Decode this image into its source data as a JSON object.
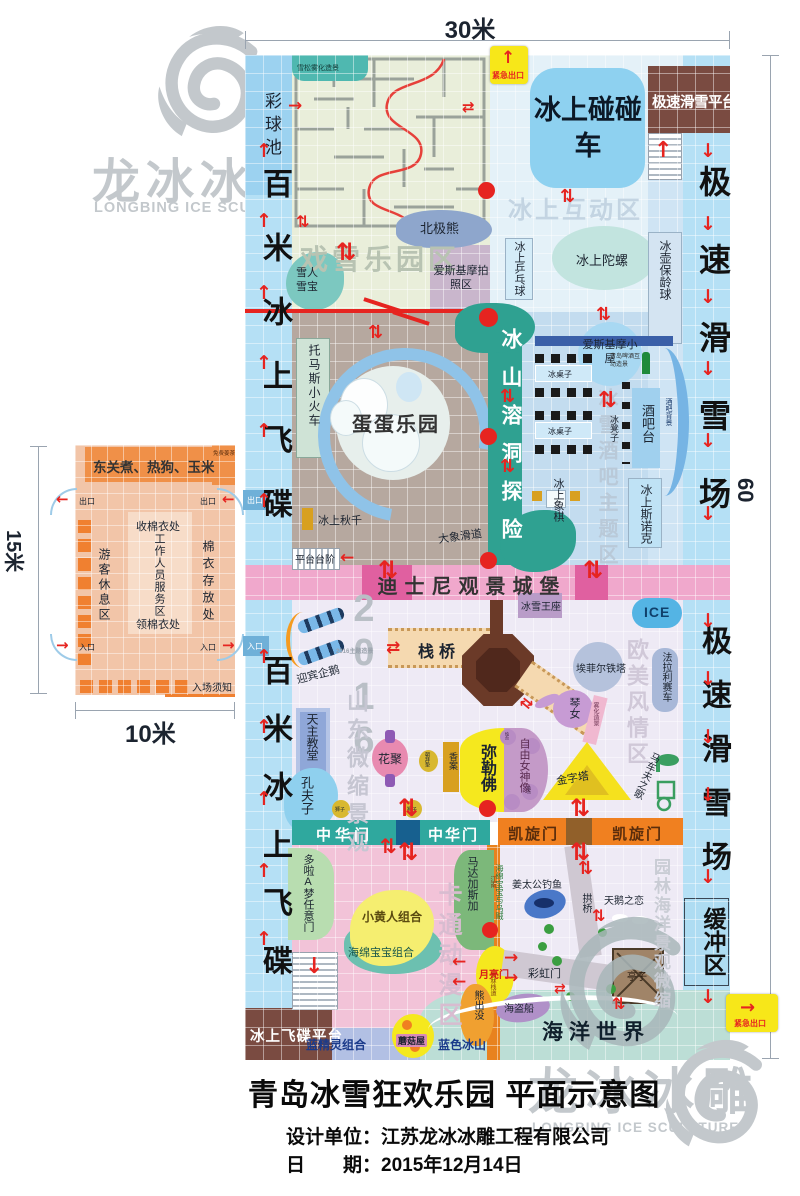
{
  "logo": {
    "cn": "龙冰冰雕",
    "en": "LONGBING ICE SCULPTURE"
  },
  "dims": {
    "w30": "30米",
    "h60": "60米",
    "b15": "15米",
    "b10": "10米"
  },
  "icons": {
    "up": "↑",
    "down": "↓",
    "updown": "⇅",
    "left": "←",
    "right": "→",
    "leftright": "⇄"
  },
  "signs": {
    "emergency": "紧急出口"
  },
  "corridors": {
    "ball_pool": "彩球池",
    "left": "百米冰上飞碟",
    "right": "极速滑雪场",
    "buffer": "缓冲区",
    "ufo_platform": "冰上飞碟平台",
    "ski_platform": "极速滑雪平台"
  },
  "snow": {
    "mist": "雪松雾化造景",
    "wm": "戏雪乐园区",
    "bear": "北极熊",
    "snowman": "雪人雪宝",
    "photo": "爱斯基摩拍照区"
  },
  "interact": {
    "wm": "冰上互动区",
    "bumper": "冰上碰碰车",
    "pingpong": "冰上乒乓球",
    "spin": "冰上陀螺",
    "curling": "冰壶保龄球"
  },
  "egg": {
    "train": "托马斯小火车",
    "park": "蛋蛋乐园",
    "swing": "冰上秋千",
    "slide": "大象滑道",
    "steps": "平台台阶"
  },
  "cave": {
    "name": "冰山溶洞探险"
  },
  "bar": {
    "igloo": "爱斯基摩小屋",
    "wm": "冰雪酒吧主题区",
    "table": "冰桌子",
    "stool": "冰凳子",
    "counter": "酒吧台",
    "backdrop": "酒吧背景",
    "beer": "青岛啤酒互动造景",
    "chess": "冰上象棋",
    "snooker": "冰上斯诺克"
  },
  "castle": {
    "name": "迪士尼观景城堡",
    "throne": "冰雪王座",
    "ice": "ICE"
  },
  "plaza": {
    "year": "2016",
    "note": "2016主题造景",
    "penguin": "迎宾企鹅",
    "bridge": "栈桥"
  },
  "shandong": {
    "wm": "山东微缩景观",
    "church": "天主教堂",
    "confucius": "孔夫子",
    "flower": "花聚",
    "mat": "朝拜垫",
    "altar": "香案",
    "buddha": "弥勒佛",
    "liberty": "自由女神像",
    "candle": "烛台",
    "qin": "琴女",
    "mist": "雾化造景",
    "lion": "狮子",
    "gate": "中华门"
  },
  "europe": {
    "wm": "欧美风情区",
    "eiffel": "埃菲尔铁塔",
    "ferrari": "法拉利赛车",
    "pyramid": "金字塔",
    "carriage": "马车夫之歌",
    "gate": "凯旋门"
  },
  "cartoon": {
    "wm": "卡通动漫区",
    "doraemon": "多啦A梦任意门",
    "minions": "小黄人组合",
    "sponge": "海绵宝宝组合",
    "madagascar": "马达加斯加",
    "squid": "海绵宝宝与乌贼",
    "lane1": "江南",
    "lane2": "园林栈道",
    "moon": "月亮门",
    "rainbow": "彩虹门",
    "fishing": "姜太公钓鱼",
    "arch": "拱桥",
    "swan": "天鹅之恋",
    "pavilion": "亭子",
    "pirate": "海盗船",
    "bear": "熊出没",
    "mushroom": "蘑菇屋",
    "smurfs": "蓝精灵组合",
    "iceberg": "蓝色冰山"
  },
  "garden": {
    "wm": "园林海洋景观微缩",
    "ocean": "海洋世界"
  },
  "building": {
    "food": "东关煮、热狗、玉米",
    "tea": "免费姜茶",
    "exit": "出口",
    "entry": "入口",
    "rest": "游客休息区",
    "collect": "收棉衣处",
    "staff": "工作人员服务区",
    "storage": "棉衣存放处",
    "claim": "领棉衣处",
    "notice": "入场须知"
  },
  "footer": {
    "title": "青岛冰雪狂欢乐园 平面示意图",
    "designer": "设计单位：江苏龙冰冰雕工程有限公司",
    "date": "日　　期：2015年12月14日"
  }
}
